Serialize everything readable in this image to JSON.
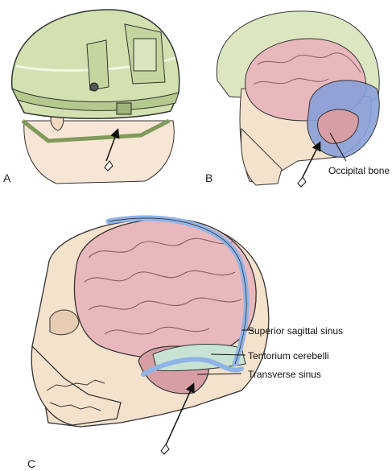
{
  "panels": [
    {
      "letter": "A"
    },
    {
      "letter": "B",
      "callout": "Occipital bone"
    },
    {
      "letter": "C",
      "callouts": [
        "Superior sagittal sinus",
        "Tentorium cerebelli",
        "Transverse sinus"
      ]
    }
  ],
  "colors": {
    "helmet": "#d3e0b0",
    "helmet_dark": "#b5c88e",
    "helmet_outline": "#333333",
    "skin": "#f3d9c0",
    "bone": "#f5e2cc",
    "brain": "#e8b8bd",
    "cerebellum": "#d79ea4",
    "occipital_region": "#8aa0d8",
    "sinus": "#8fb4e8",
    "tentorium": "#c8e3d4",
    "line": "#222222"
  },
  "icons": [
    "arrow-icon",
    "fragment-icon"
  ]
}
